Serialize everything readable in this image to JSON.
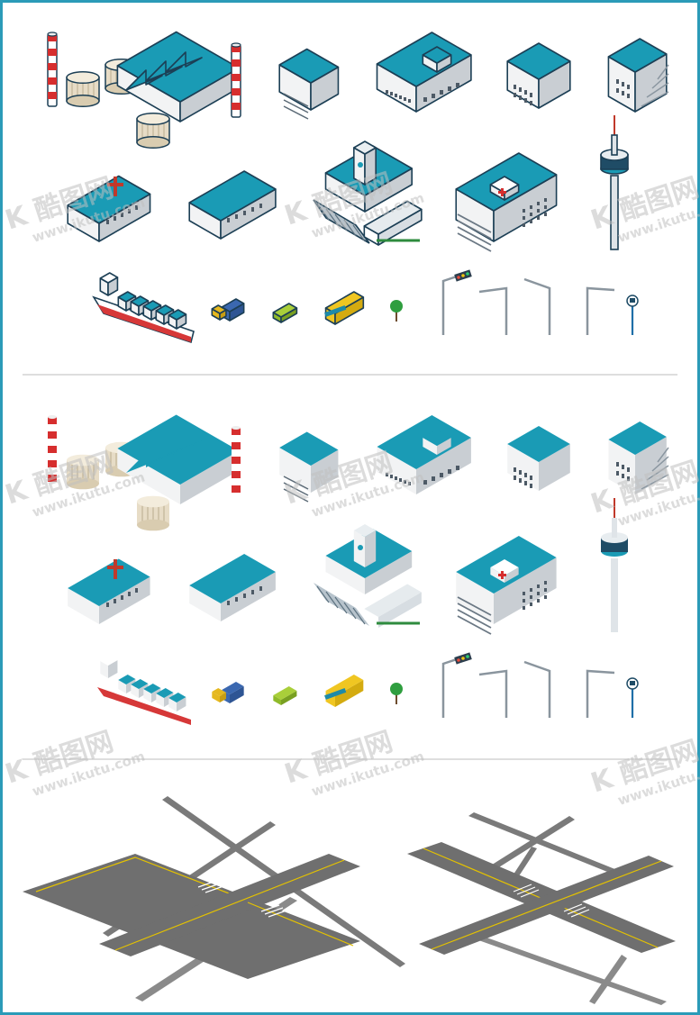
{
  "watermark": {
    "brand": "酷图网",
    "url": "www.ikutu.com"
  },
  "colors": {
    "frame": "#2b9bb8",
    "roof": "#1a9bb5",
    "roof_dark": "#0f7894",
    "wall": "#f2f3f4",
    "wall_shade": "#c9ced3",
    "outline": "#1c3f55",
    "road": "#6f6f6f",
    "road_line": "#e4c200",
    "divider": "#cfcfcf"
  },
  "sections": [
    {
      "name": "outlined-icon-set",
      "style": "outlined"
    },
    {
      "name": "flat-icon-set",
      "style": "flat"
    },
    {
      "name": "road-intersections",
      "style": "roads"
    }
  ],
  "icons": [
    "factory-with-chimneys-icon",
    "small-office-building-icon",
    "long-office-building-icon",
    "block-building-icon",
    "stepped-building-icon",
    "church-icon",
    "warehouse-icon",
    "train-station-icon",
    "hospital-icon",
    "tv-tower-icon",
    "cargo-ship-icon",
    "truck-icon",
    "car-icon",
    "bus-icon",
    "tree-icon",
    "traffic-light-icon",
    "street-lamp-icon",
    "street-lamp-icon",
    "street-lamp-icon",
    "bus-stop-sign-icon"
  ]
}
